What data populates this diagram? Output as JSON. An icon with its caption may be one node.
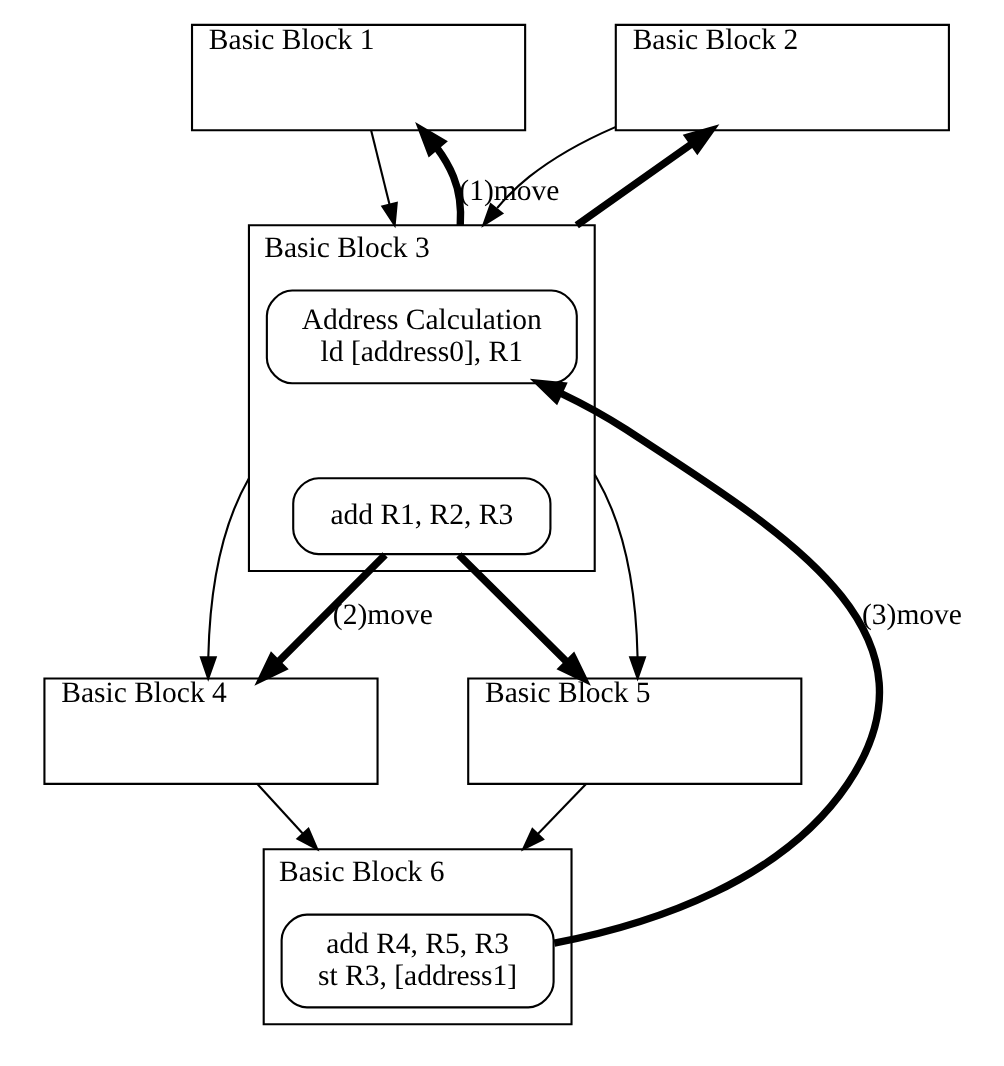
{
  "diagram": {
    "nodes": [
      {
        "text": [
          "Basic Block 1"
        ]
      },
      {
        "text": [
          "Basic Block 2"
        ]
      },
      {
        "text": [
          "Basic Block 3"
        ]
      },
      {
        "text": [
          "Address Calculation",
          "ld [address0], R1"
        ],
        "in": 2
      },
      {
        "text": [
          "add R1, R2, R3"
        ],
        "in": 2
      },
      {
        "text": [
          "Basic Block 4"
        ]
      },
      {
        "text": [
          "Basic Block 5"
        ]
      },
      {
        "text": [
          "Basic Block 6"
        ]
      },
      {
        "text": [
          "add R4, R5, R3",
          "st R3, [address1]"
        ],
        "in": 7
      }
    ],
    "edges": [
      {
        "from": 0,
        "to": 2,
        "arrow": "to"
      },
      {
        "from": 1,
        "to": 2,
        "arrow": "to"
      },
      {
        "from": 2,
        "to": 5,
        "arrow": "to"
      },
      {
        "from": 2,
        "to": 6,
        "arrow": "to"
      },
      {
        "from": 5,
        "to": 7,
        "arrow": "to"
      },
      {
        "from": 6,
        "to": 7,
        "arrow": "to"
      },
      {
        "from": 2,
        "to": 0,
        "arrow": "to",
        "style": "thick",
        "label": "(1)move"
      },
      {
        "from": 2,
        "to": 1,
        "arrow": "to",
        "style": "thick"
      },
      {
        "from": 4,
        "to": 5,
        "arrow": "to",
        "style": "thick",
        "label": "(2)move"
      },
      {
        "from": 4,
        "to": 6,
        "arrow": "to",
        "style": "thick"
      },
      {
        "from": 8,
        "to": 3,
        "arrow": "to",
        "style": "thick",
        "label": "(3)move"
      }
    ]
  }
}
